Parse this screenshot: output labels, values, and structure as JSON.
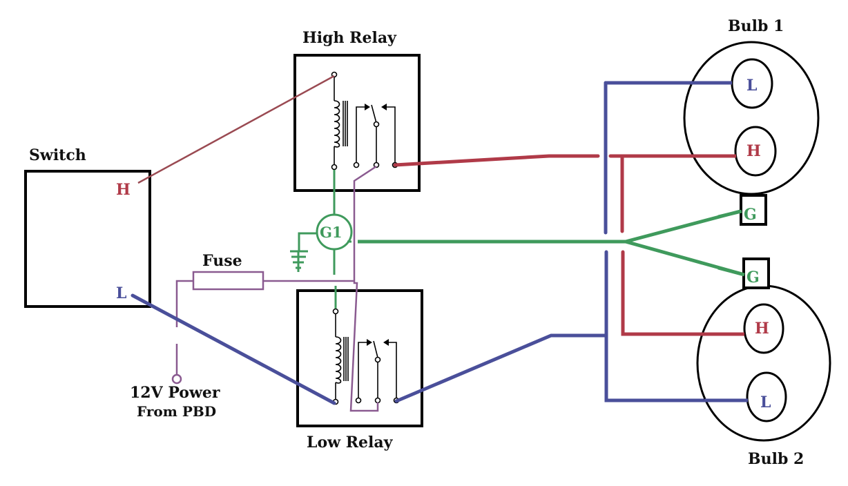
{
  "diagram": {
    "type": "wiring-schematic",
    "colors": {
      "high_wire": "#b03a48",
      "high_trigger_wire": "#9a4a52",
      "low_wire": "#4a4f9a",
      "ground_wire": "#3f9a5c",
      "power_wire": "#8a5a90",
      "outline": "#000000"
    },
    "components": {
      "switch": {
        "title": "Switch",
        "terminal_high": "H",
        "terminal_low": "L"
      },
      "high_relay": {
        "title": "High Relay"
      },
      "low_relay": {
        "title": "Low Relay"
      },
      "ground": {
        "label": "G1"
      },
      "fuse": {
        "title": "Fuse"
      },
      "power": {
        "line1": "12V Power",
        "line2": "From PBD"
      },
      "bulb1": {
        "title": "Bulb 1",
        "terminal_low": "L",
        "terminal_high": "H",
        "terminal_ground": "G"
      },
      "bulb2": {
        "title": "Bulb 2",
        "terminal_high": "H",
        "terminal_low": "L",
        "terminal_ground": "G"
      }
    }
  }
}
